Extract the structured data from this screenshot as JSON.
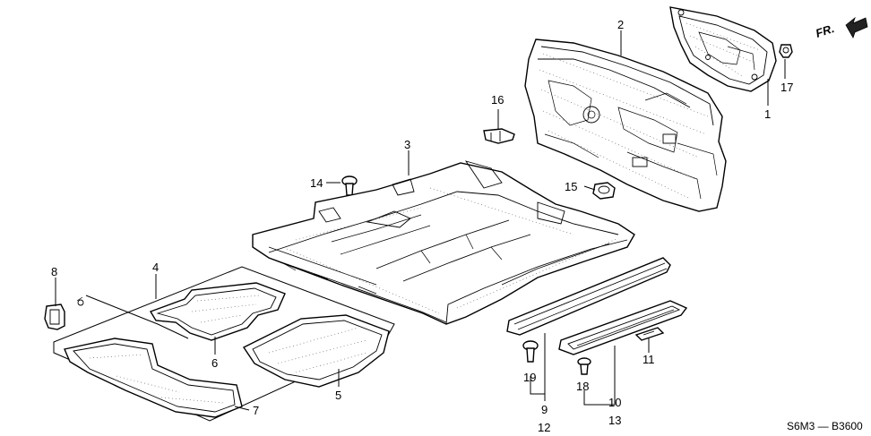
{
  "diagram": {
    "code": "S6M3 — B3600",
    "direction_label": "FR.",
    "callouts": {
      "c1": "1",
      "c2": "2",
      "c3": "3",
      "c4": "4",
      "c5": "5",
      "c6": "6",
      "c7": "7",
      "c8": "8",
      "c9": "9",
      "c10": "10",
      "c11": "11",
      "c12": "12",
      "c13": "13",
      "c14": "14",
      "c15": "15",
      "c16": "16",
      "c17": "17",
      "c18": "18",
      "c19": "19"
    }
  }
}
